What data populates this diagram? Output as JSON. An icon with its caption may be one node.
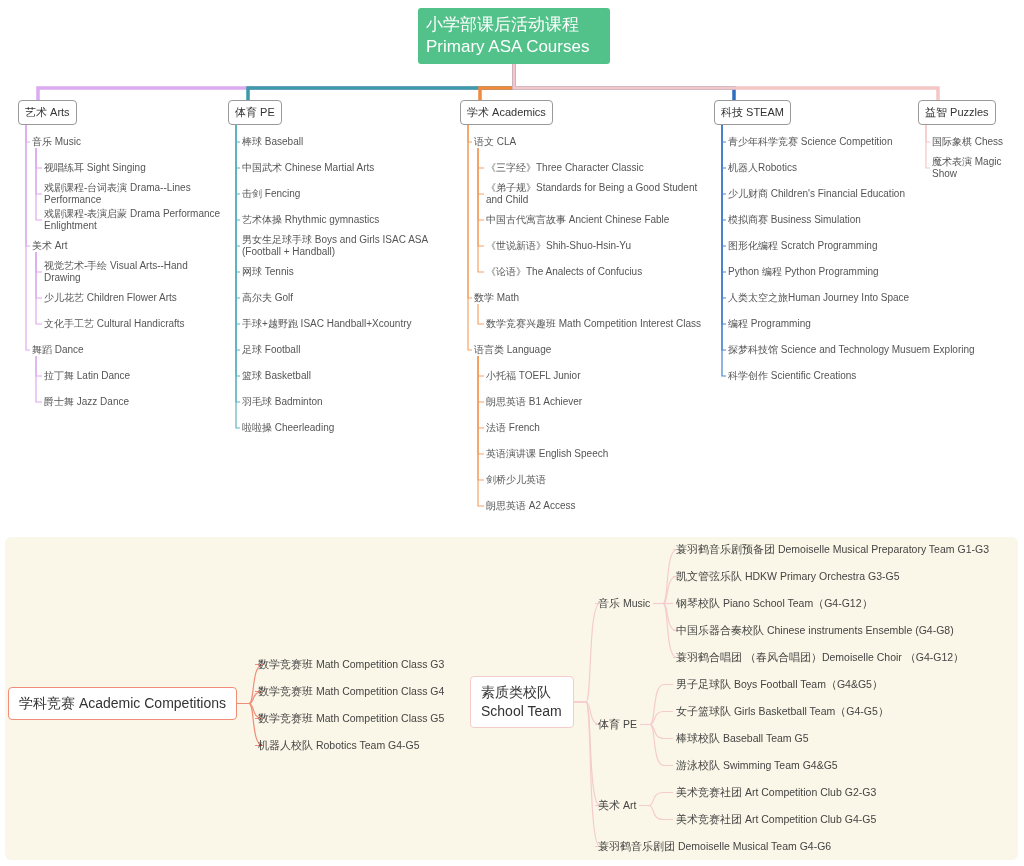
{
  "diagram": {
    "nodes": [
      {
        "text": [
          "小学部课后活动课程 Primary ASA Courses"
        ]
      },
      {
        "text": [
          "艺术 Arts"
        ]
      },
      {
        "text": [
          "音乐 Music"
        ]
      },
      {
        "text": [
          "视唱练耳 Sight Singing"
        ]
      },
      {
        "text": [
          "戏剧课程-台词表演 Drama--Lines Performance"
        ]
      },
      {
        "text": [
          "戏剧课程-表演启蒙 Drama Performance Enlightment"
        ]
      },
      {
        "text": [
          "美术 Art"
        ]
      },
      {
        "text": [
          "视觉艺术-手绘 Visual Arts--Hand Drawing"
        ]
      },
      {
        "text": [
          "少儿花艺 Children Flower Arts"
        ]
      },
      {
        "text": [
          "文化手工艺 Cultural Handicrafts"
        ]
      },
      {
        "text": [
          "舞蹈 Dance"
        ]
      },
      {
        "text": [
          "拉丁舞 Latin Dance"
        ]
      },
      {
        "text": [
          "爵士舞 Jazz Dance"
        ]
      },
      {
        "text": [
          "体育 PE"
        ]
      },
      {
        "text": [
          "棒球 Baseball"
        ]
      },
      {
        "text": [
          "中国武术 Chinese Martial Arts"
        ]
      },
      {
        "text": [
          "击剑 Fencing"
        ]
      },
      {
        "text": [
          "艺术体操 Rhythmic gymnastics"
        ]
      },
      {
        "text": [
          "男女生足球手球 Boys and Girls ISAC ASA (Football + Handball)"
        ]
      },
      {
        "text": [
          "网球 Tennis"
        ]
      },
      {
        "text": [
          "高尔夫 Golf"
        ]
      },
      {
        "text": [
          "手球+越野跑 ISAC Handball+Xcountry"
        ]
      },
      {
        "text": [
          "足球 Football"
        ]
      },
      {
        "text": [
          "篮球 Basketball"
        ]
      },
      {
        "text": [
          "羽毛球 Badminton"
        ]
      },
      {
        "text": [
          "啦啦操 Cheerleading"
        ]
      },
      {
        "text": [
          "学术 Academics"
        ]
      },
      {
        "text": [
          "语文 CLA"
        ]
      },
      {
        "text": [
          "《三字经》Three Character Classic"
        ]
      },
      {
        "text": [
          "《弟子规》Standards for Being a Good Student and Child"
        ]
      },
      {
        "text": [
          "中国古代寓言故事 Ancient Chinese Fable"
        ]
      },
      {
        "text": [
          "《世说新语》Shih-Shuo-Hsin-Yu"
        ]
      },
      {
        "text": [
          "《论语》The Analects of Confucius"
        ]
      },
      {
        "text": [
          "数学 Math"
        ]
      },
      {
        "text": [
          "数学竞赛兴趣班 Math Competition Interest Class"
        ]
      },
      {
        "text": [
          "语言类 Language"
        ]
      },
      {
        "text": [
          "小托福 TOEFL Junior"
        ]
      },
      {
        "text": [
          "朗思英语 B1 Achiever"
        ]
      },
      {
        "text": [
          "法语 French"
        ]
      },
      {
        "text": [
          "英语演讲课 English Speech"
        ]
      },
      {
        "text": [
          "剑桥少儿英语"
        ]
      },
      {
        "text": [
          "朗思英语 A2 Access"
        ]
      },
      {
        "text": [
          "科技 STEAM"
        ]
      },
      {
        "text": [
          "青少年科学竞赛 Science Competition"
        ]
      },
      {
        "text": [
          "机器人Robotics"
        ]
      },
      {
        "text": [
          "少儿财商 Children's Financial Education"
        ]
      },
      {
        "text": [
          "模拟商赛 Business Simulation"
        ]
      },
      {
        "text": [
          "图形化编程 Scratch Programming"
        ]
      },
      {
        "text": [
          "Python 编程 Python Programming"
        ]
      },
      {
        "text": [
          "人类太空之旅Human Journey Into Space"
        ]
      },
      {
        "text": [
          "编程 Programming"
        ]
      },
      {
        "text": [
          "探梦科技馆 Science and Technology Musuem Exploring"
        ]
      },
      {
        "text": [
          "科学创作 Scientific Creations"
        ]
      },
      {
        "text": [
          "益智 Puzzles"
        ]
      },
      {
        "text": [
          "国际象棋 Chess"
        ]
      },
      {
        "text": [
          "魔术表演 Magic Show"
        ]
      },
      {
        "text": [
          "学科竞赛 Academic Competitions"
        ]
      },
      {
        "text": [
          "数学竞赛班 Math Competition Class G3"
        ]
      },
      {
        "text": [
          "数学竞赛班 Math Competition Class G4"
        ]
      },
      {
        "text": [
          "数学竞赛班 Math Competition Class G5"
        ]
      },
      {
        "text": [
          "机器人校队 Robotics Team G4-G5"
        ]
      },
      {
        "text": [
          "素质类校队 School Team"
        ]
      },
      {
        "text": [
          "音乐 Music"
        ]
      },
      {
        "text": [
          "蓑羽鹤音乐剧预备团 Demoiselle Musical Preparatory Team G1-G3"
        ]
      },
      {
        "text": [
          "凯文管弦乐队 HDKW Primary Orchestra G3-G5"
        ]
      },
      {
        "text": [
          "钢琴校队 Piano School Team（G4-G12）"
        ]
      },
      {
        "text": [
          "中国乐器合奏校队 Chinese instruments Ensemble (G4-G8)"
        ]
      },
      {
        "text": [
          "蓑羽鹤合唱团 （春风合唱团）Demoiselle Choir （G4-G12）"
        ]
      },
      {
        "text": [
          "体育 PE"
        ]
      },
      {
        "text": [
          "男子足球队 Boys Football Team（G4&G5）"
        ]
      },
      {
        "text": [
          "女子篮球队 Girls Basketball Team（G4-G5）"
        ]
      },
      {
        "text": [
          "棒球校队 Baseball Team G5"
        ]
      },
      {
        "text": [
          "游泳校队 Swimming Team G4&G5"
        ]
      },
      {
        "text": [
          "美术 Art"
        ]
      },
      {
        "text": [
          "美术竞赛社团 Art Competition Club G2-G3"
        ]
      },
      {
        "text": [
          "美术竞赛社团 Art Competition Club G4-G5"
        ]
      },
      {
        "text": [
          "蓑羽鹤音乐剧团 Demoiselle Musical Team G4-G6"
        ]
      }
    ],
    "edges": [
      {
        "from": 0,
        "to": 1,
        "arrow": "none",
        "style": "thick",
        "color": "#dcaaf0"
      },
      {
        "from": 0,
        "to": 13,
        "arrow": "none",
        "style": "thick",
        "color": "#3d9aa8"
      },
      {
        "from": 0,
        "to": 26,
        "arrow": "none",
        "style": "thick",
        "color": "#f08a3c"
      },
      {
        "from": 0,
        "to": 42,
        "arrow": "none",
        "style": "thick",
        "color": "#2f6fbf"
      },
      {
        "from": 0,
        "to": 53,
        "arrow": "none",
        "style": "thick",
        "color": "#f5c6c6"
      },
      {
        "from": 1,
        "to": 2,
        "arrow": "none",
        "color": "#dcaaf0"
      },
      {
        "from": 2,
        "to": 3,
        "arrow": "none",
        "color": "#dcaaf0"
      },
      {
        "from": 2,
        "to": 4,
        "arrow": "none",
        "color": "#dcaaf0"
      },
      {
        "from": 2,
        "to": 5,
        "arrow": "none",
        "color": "#dcaaf0"
      },
      {
        "from": 1,
        "to": 6,
        "arrow": "none",
        "color": "#dcaaf0"
      },
      {
        "from": 6,
        "to": 7,
        "arrow": "none",
        "color": "#dcaaf0"
      },
      {
        "from": 6,
        "to": 8,
        "arrow": "none",
        "color": "#dcaaf0"
      },
      {
        "from": 6,
        "to": 9,
        "arrow": "none",
        "color": "#dcaaf0"
      },
      {
        "from": 1,
        "to": 10,
        "arrow": "none",
        "color": "#dcaaf0"
      },
      {
        "from": 10,
        "to": 11,
        "arrow": "none",
        "color": "#dcaaf0"
      },
      {
        "from": 10,
        "to": 12,
        "arrow": "none",
        "color": "#dcaaf0"
      },
      {
        "from": 13,
        "to": 14,
        "arrow": "none",
        "color": "#5fb3c0"
      },
      {
        "from": 13,
        "to": 15,
        "arrow": "none",
        "color": "#5fb3c0"
      },
      {
        "from": 13,
        "to": 16,
        "arrow": "none",
        "color": "#5fb3c0"
      },
      {
        "from": 13,
        "to": 17,
        "arrow": "none",
        "color": "#5fb3c0"
      },
      {
        "from": 13,
        "to": 18,
        "arrow": "none",
        "color": "#5fb3c0"
      },
      {
        "from": 13,
        "to": 19,
        "arrow": "none",
        "color": "#5fb3c0"
      },
      {
        "from": 13,
        "to": 20,
        "arrow": "none",
        "color": "#5fb3c0"
      },
      {
        "from": 13,
        "to": 21,
        "arrow": "none",
        "color": "#5fb3c0"
      },
      {
        "from": 13,
        "to": 22,
        "arrow": "none",
        "color": "#5fb3c0"
      },
      {
        "from": 13,
        "to": 23,
        "arrow": "none",
        "color": "#5fb3c0"
      },
      {
        "from": 13,
        "to": 24,
        "arrow": "none",
        "color": "#5fb3c0"
      },
      {
        "from": 13,
        "to": 25,
        "arrow": "none",
        "color": "#5fb3c0"
      },
      {
        "from": 26,
        "to": 27,
        "arrow": "none",
        "color": "#f5a262"
      },
      {
        "from": 27,
        "to": 28,
        "arrow": "none",
        "color": "#f5a262"
      },
      {
        "from": 27,
        "to": 29,
        "arrow": "none",
        "color": "#f5a262"
      },
      {
        "from": 27,
        "to": 30,
        "arrow": "none",
        "color": "#f5a262"
      },
      {
        "from": 27,
        "to": 31,
        "arrow": "none",
        "color": "#f5a262"
      },
      {
        "from": 27,
        "to": 32,
        "arrow": "none",
        "color": "#f5a262"
      },
      {
        "from": 26,
        "to": 33,
        "arrow": "none",
        "color": "#f5a262"
      },
      {
        "from": 33,
        "to": 34,
        "arrow": "none",
        "color": "#f5a262"
      },
      {
        "from": 26,
        "to": 35,
        "arrow": "none",
        "color": "#f5a262"
      },
      {
        "from": 35,
        "to": 36,
        "arrow": "none",
        "color": "#f5a262"
      },
      {
        "from": 35,
        "to": 37,
        "arrow": "none",
        "color": "#f5a262"
      },
      {
        "from": 35,
        "to": 38,
        "arrow": "none",
        "color": "#f5a262"
      },
      {
        "from": 35,
        "to": 39,
        "arrow": "none",
        "color": "#f5a262"
      },
      {
        "from": 35,
        "to": 40,
        "arrow": "none",
        "color": "#f5a262"
      },
      {
        "from": 35,
        "to": 41,
        "arrow": "none",
        "color": "#f5a262"
      },
      {
        "from": 42,
        "to": 43,
        "arrow": "none",
        "color": "#4a82cc"
      },
      {
        "from": 42,
        "to": 44,
        "arrow": "none",
        "color": "#4a82cc"
      },
      {
        "from": 42,
        "to": 45,
        "arrow": "none",
        "color": "#4a82cc"
      },
      {
        "from": 42,
        "to": 46,
        "arrow": "none",
        "color": "#4a82cc"
      },
      {
        "from": 42,
        "to": 47,
        "arrow": "none",
        "color": "#4a82cc"
      },
      {
        "from": 42,
        "to": 48,
        "arrow": "none",
        "color": "#4a82cc"
      },
      {
        "from": 42,
        "to": 49,
        "arrow": "none",
        "color": "#4a82cc"
      },
      {
        "from": 42,
        "to": 50,
        "arrow": "none",
        "color": "#4a82cc"
      },
      {
        "from": 42,
        "to": 51,
        "arrow": "none",
        "color": "#4a82cc"
      },
      {
        "from": 42,
        "to": 52,
        "arrow": "none",
        "color": "#4a82cc"
      },
      {
        "from": 53,
        "to": 54,
        "arrow": "none",
        "color": "#f5c6c6"
      },
      {
        "from": 53,
        "to": 55,
        "arrow": "none",
        "color": "#f5c6c6"
      },
      {
        "from": 56,
        "to": 57,
        "arrow": "none",
        "color": "#f08c78"
      },
      {
        "from": 56,
        "to": 58,
        "arrow": "none",
        "color": "#f08c78"
      },
      {
        "from": 56,
        "to": 59,
        "arrow": "none",
        "color": "#f08c78"
      },
      {
        "from": 56,
        "to": 60,
        "arrow": "none",
        "color": "#f08c78"
      },
      {
        "from": 61,
        "to": 62,
        "arrow": "none",
        "color": "#f5cccc"
      },
      {
        "from": 62,
        "to": 63,
        "arrow": "none",
        "color": "#f5cccc"
      },
      {
        "from": 62,
        "to": 64,
        "arrow": "none",
        "color": "#f5cccc"
      },
      {
        "from": 62,
        "to": 65,
        "arrow": "none",
        "color": "#f5cccc"
      },
      {
        "from": 62,
        "to": 66,
        "arrow": "none",
        "color": "#f5cccc"
      },
      {
        "from": 62,
        "to": 67,
        "arrow": "none",
        "color": "#f5cccc"
      },
      {
        "from": 61,
        "to": 68,
        "arrow": "none",
        "color": "#f5cccc"
      },
      {
        "from": 68,
        "to": 69,
        "arrow": "none",
        "color": "#f5cccc"
      },
      {
        "from": 68,
        "to": 70,
        "arrow": "none",
        "color": "#f5cccc"
      },
      {
        "from": 68,
        "to": 71,
        "arrow": "none",
        "color": "#f5cccc"
      },
      {
        "from": 68,
        "to": 72,
        "arrow": "none",
        "color": "#f5cccc"
      },
      {
        "from": 61,
        "to": 73,
        "arrow": "none",
        "color": "#f5cccc"
      },
      {
        "from": 73,
        "to": 74,
        "arrow": "none",
        "color": "#f5cccc"
      },
      {
        "from": 73,
        "to": 75,
        "arrow": "none",
        "color": "#f5cccc"
      },
      {
        "from": 61,
        "to": 76,
        "arrow": "none",
        "color": "#f5cccc"
      }
    ]
  }
}
